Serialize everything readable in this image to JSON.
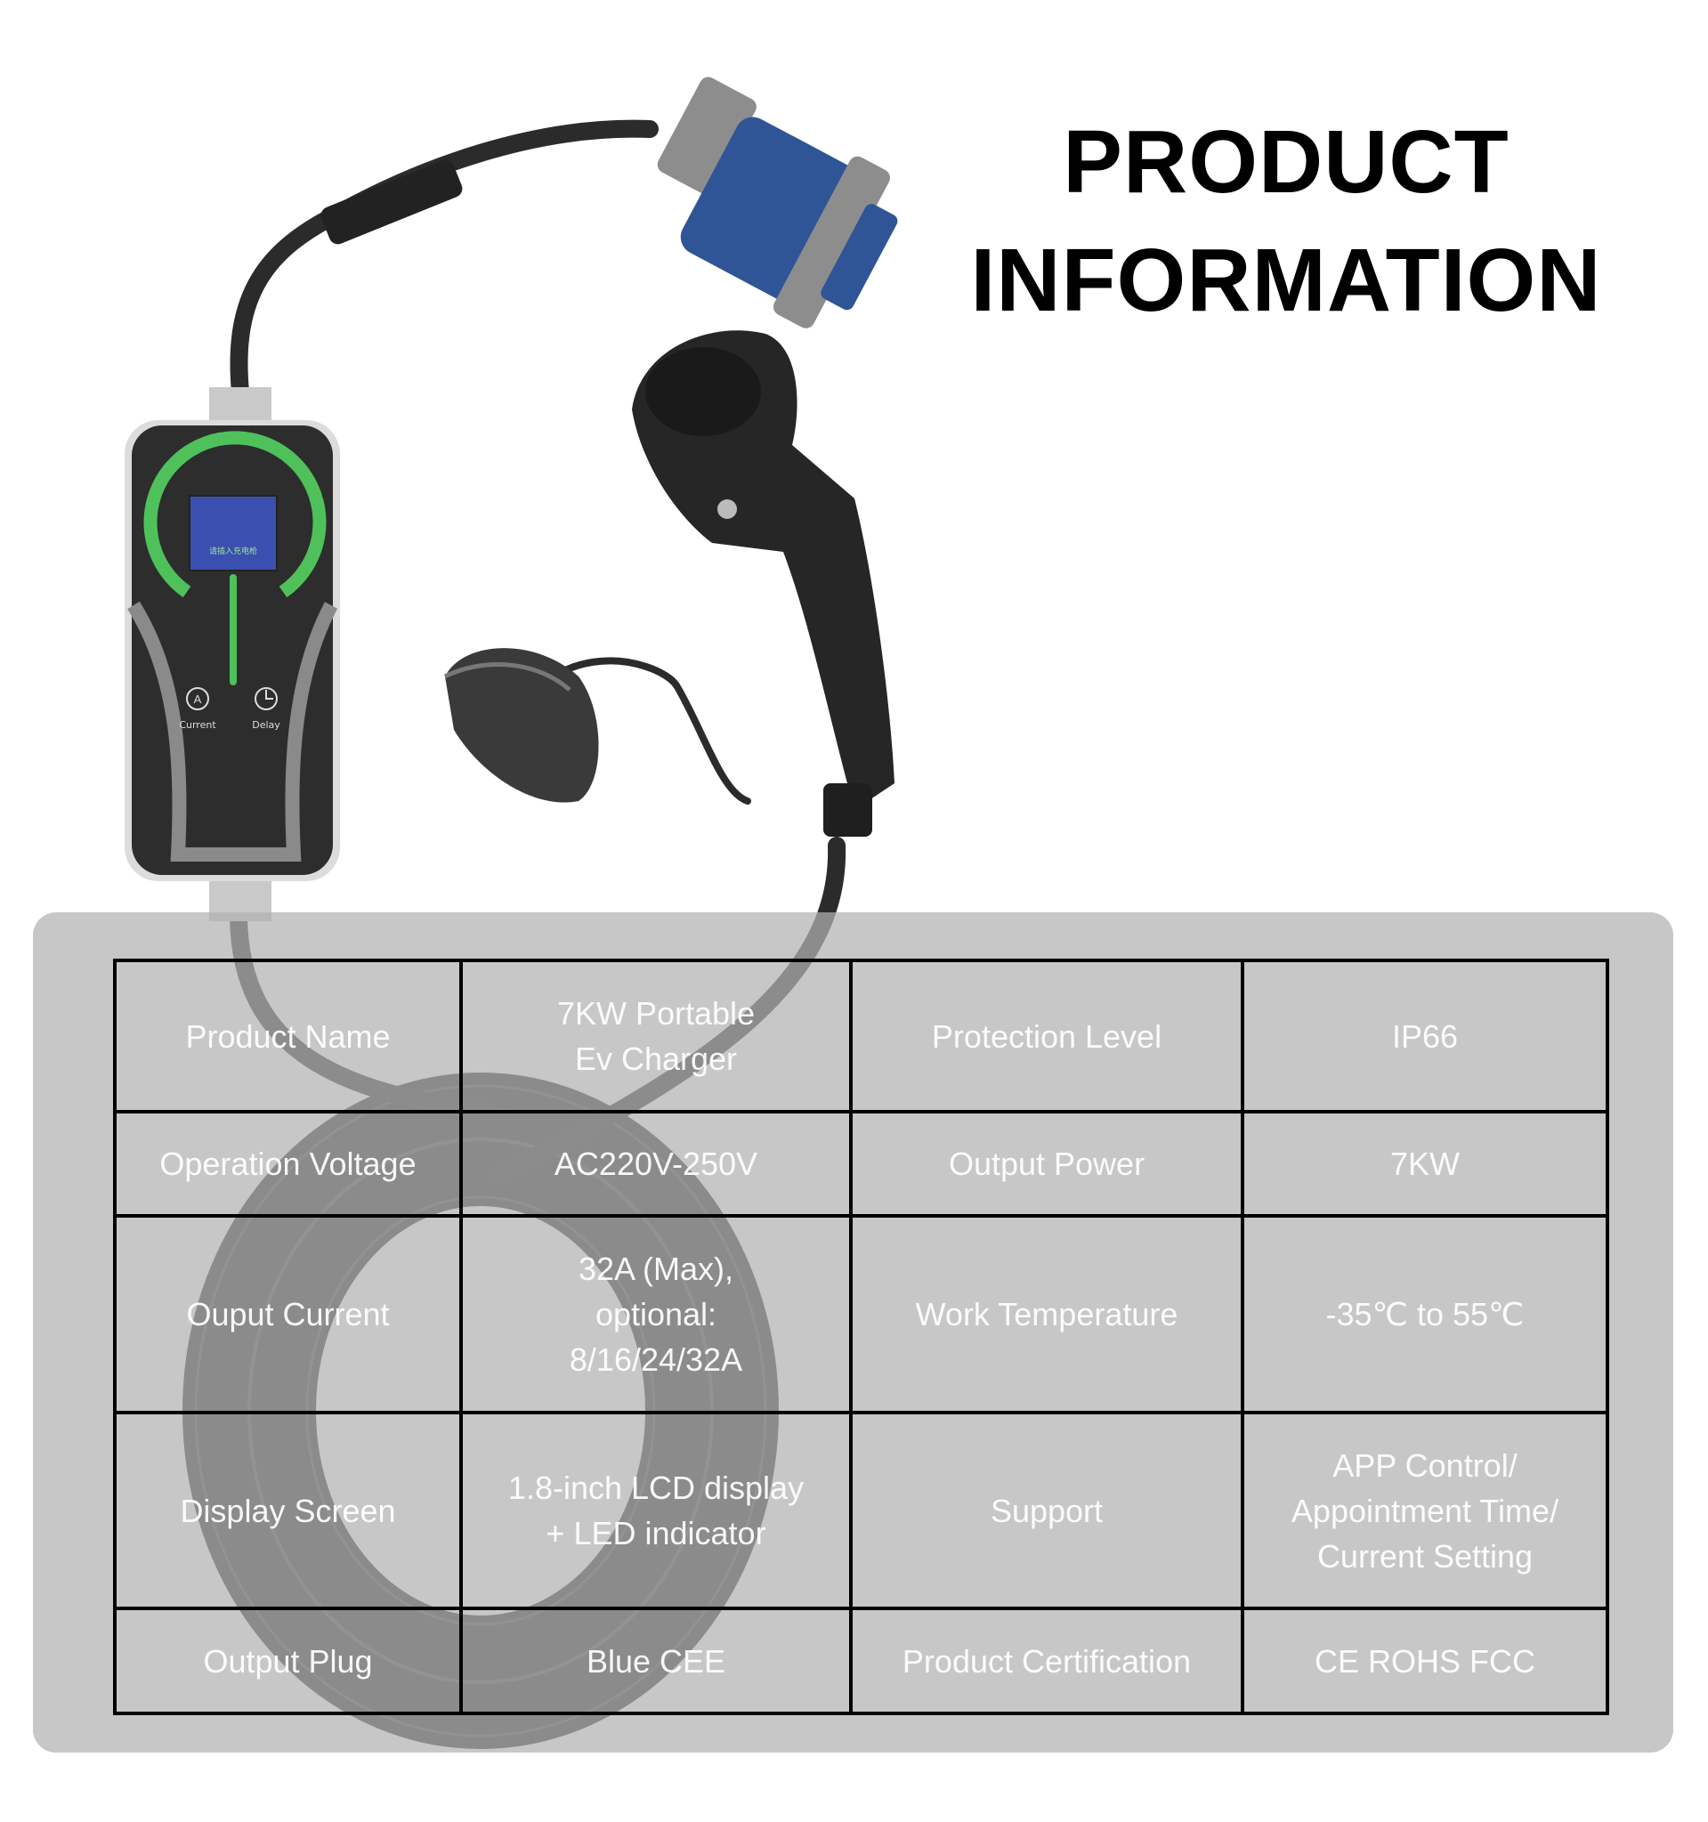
{
  "heading": {
    "line1": "PRODUCT",
    "line2": "INFORMATION"
  },
  "device": {
    "screen_text": "请插入充电枪",
    "button_current": "Current",
    "button_delay": "Delay",
    "button_current_icon": "ampere-icon",
    "button_delay_icon": "clock-icon"
  },
  "colors": {
    "plug_blue": "#2f5596",
    "led_green": "#4fc15a",
    "screen_blue": "#3a4fb0",
    "panel": "#c4c4c4"
  },
  "spec_table": {
    "rows": [
      [
        "Product Name",
        "7KW Portable\nEv Charger",
        "Protection Level",
        "IP66"
      ],
      [
        "Operation Voltage",
        "AC220V-250V",
        "Output Power",
        "7KW"
      ],
      [
        "Ouput Current",
        "32A (Max),\noptional:\n8/16/24/32A",
        "Work Temperature",
        "-35℃ to 55℃"
      ],
      [
        "Display Screen",
        "1.8-inch LCD display\n+ LED indicator",
        "Support",
        "APP Control/\nAppointment Time/\nCurrent Setting"
      ],
      [
        "Output Plug",
        "Blue CEE",
        "Product Certification",
        "CE ROHS FCC"
      ]
    ]
  }
}
